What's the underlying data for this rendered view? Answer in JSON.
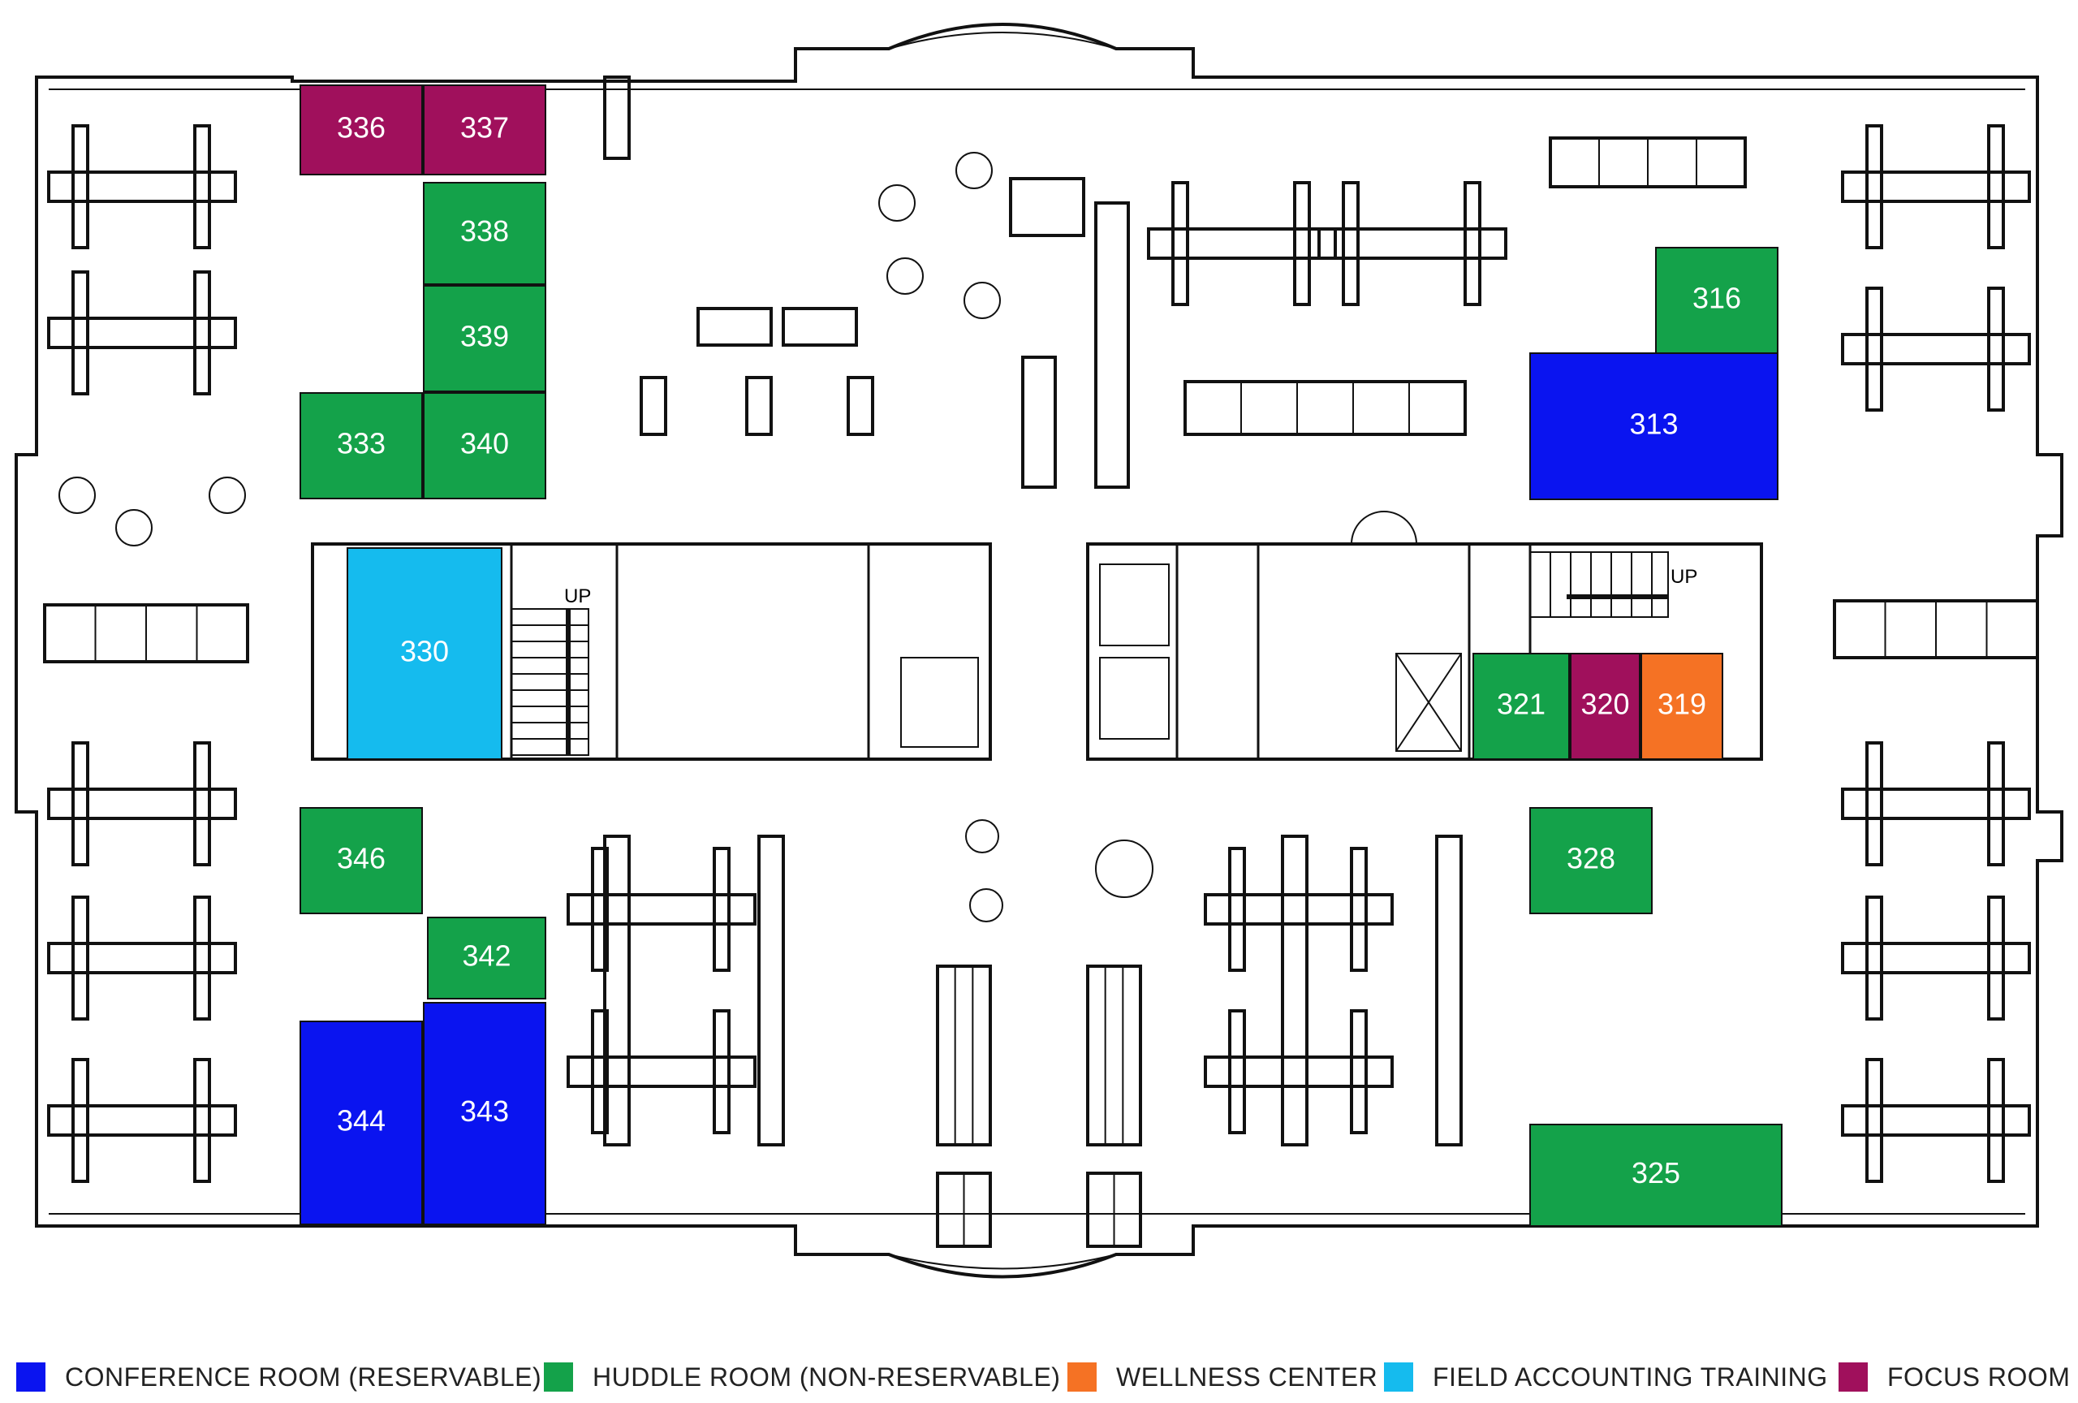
{
  "colors": {
    "conference": "#0a14f0",
    "huddle": "#14a24a",
    "wellness": "#f57224",
    "training": "#15bbee",
    "focus": "#a0105c",
    "wall": "#111111"
  },
  "rooms": [
    {
      "id": "336",
      "type": "focus"
    },
    {
      "id": "337",
      "type": "focus"
    },
    {
      "id": "338",
      "type": "huddle"
    },
    {
      "id": "339",
      "type": "huddle"
    },
    {
      "id": "333",
      "type": "huddle"
    },
    {
      "id": "340",
      "type": "huddle"
    },
    {
      "id": "330",
      "type": "training"
    },
    {
      "id": "346",
      "type": "huddle"
    },
    {
      "id": "342",
      "type": "huddle"
    },
    {
      "id": "344",
      "type": "conference"
    },
    {
      "id": "343",
      "type": "conference"
    },
    {
      "id": "316",
      "type": "huddle"
    },
    {
      "id": "313",
      "type": "conference"
    },
    {
      "id": "321",
      "type": "huddle"
    },
    {
      "id": "320",
      "type": "focus"
    },
    {
      "id": "319",
      "type": "wellness"
    },
    {
      "id": "328",
      "type": "huddle"
    },
    {
      "id": "325",
      "type": "huddle"
    }
  ],
  "stairs": {
    "left_label": "UP",
    "right_label": "UP"
  },
  "legend": [
    {
      "label": "CONFERENCE ROOM (RESERVABLE)",
      "color": "#0a14f0"
    },
    {
      "label": "HUDDLE ROOM (NON-RESERVABLE)",
      "color": "#14a24a"
    },
    {
      "label": "WELLNESS CENTER",
      "color": "#f57224"
    },
    {
      "label": "FIELD ACCOUNTING TRAINING",
      "color": "#15bbee"
    },
    {
      "label": "FOCUS ROOM",
      "color": "#a0105c"
    }
  ]
}
